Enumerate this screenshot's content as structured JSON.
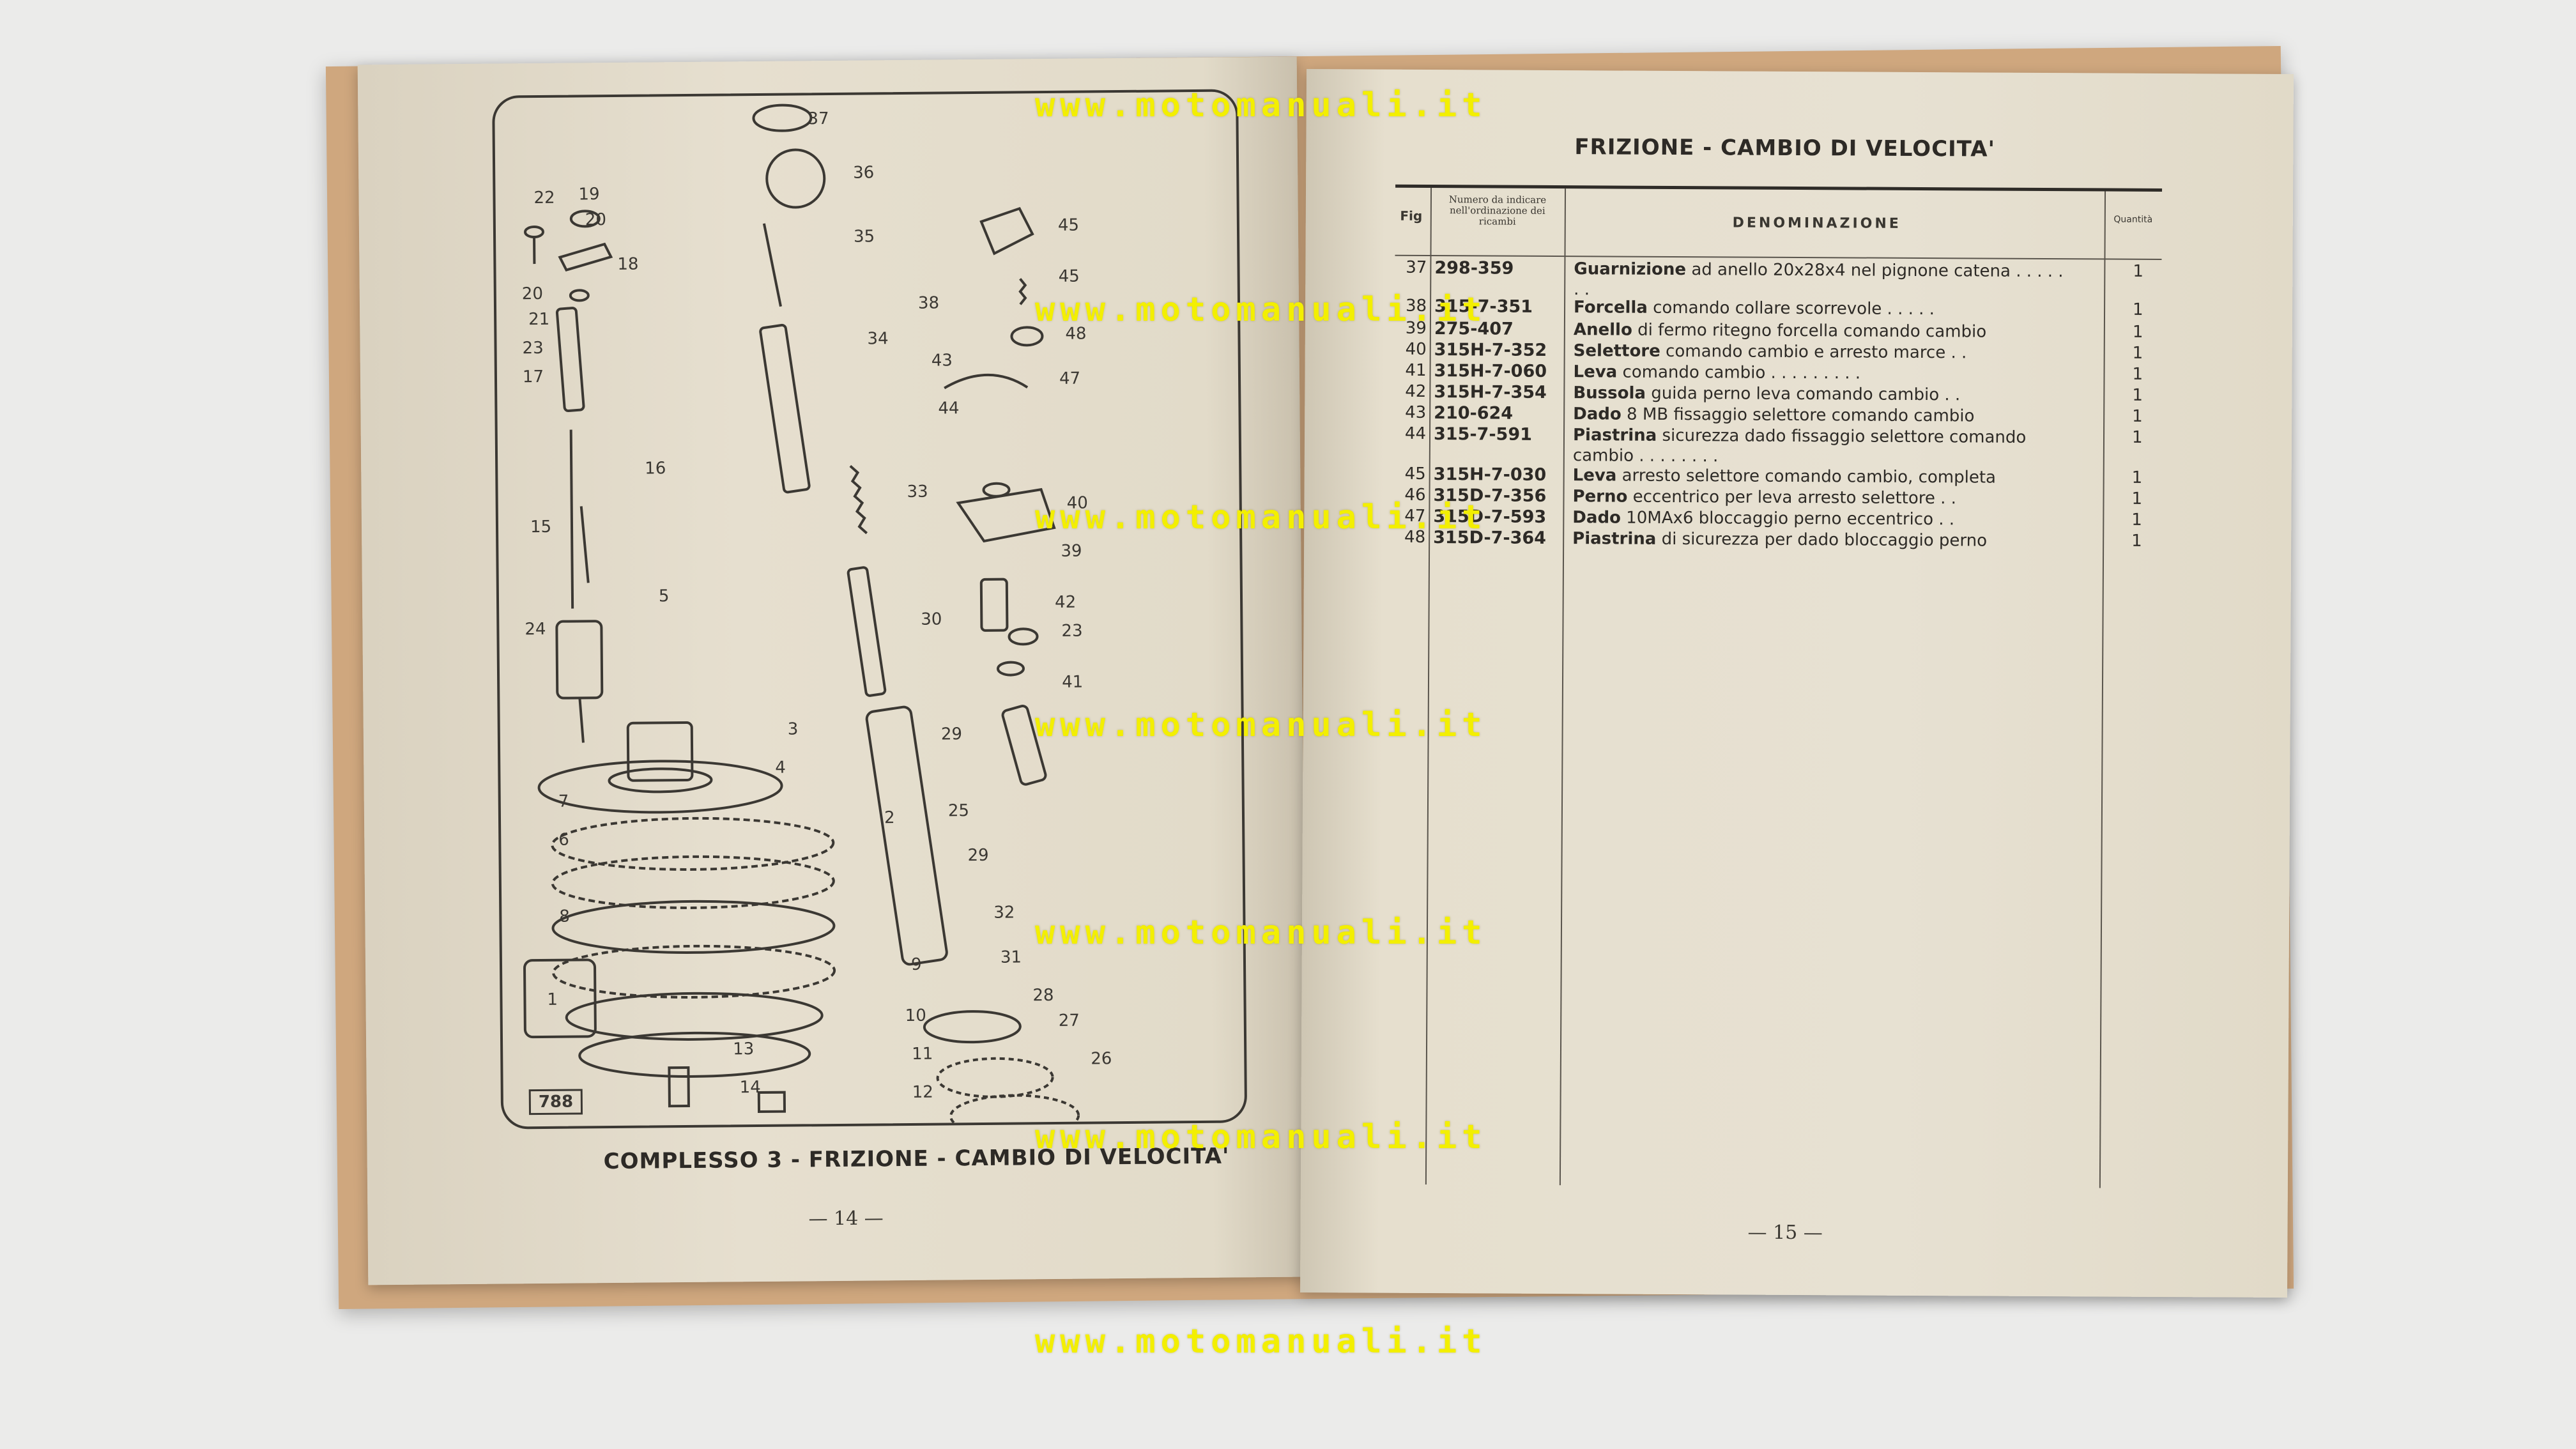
{
  "watermark": "www.motomanuali.it",
  "left_page": {
    "plate_number": "788",
    "caption": "COMPLESSO 3 - FRIZIONE - CAMBIO DI VELOCITA'",
    "page_number": "— 14 —",
    "callouts": [
      "1",
      "2",
      "3",
      "4",
      "5",
      "6",
      "7",
      "8",
      "9",
      "10",
      "11",
      "12",
      "13",
      "14",
      "15",
      "16",
      "17",
      "18",
      "19",
      "20",
      "20",
      "21",
      "22",
      "23",
      "24",
      "25",
      "26",
      "27",
      "28",
      "29",
      "29",
      "30",
      "31",
      "32",
      "33",
      "34",
      "35",
      "36",
      "37",
      "38",
      "39",
      "40",
      "41",
      "42",
      "43",
      "44",
      "45",
      "45",
      "47",
      "48",
      "23"
    ]
  },
  "right_page": {
    "title": "FRIZIONE - CAMBIO DI VELOCITA'",
    "page_number": "— 15 —",
    "headers": {
      "fig": "Fig",
      "number": "Numero da indicare nell'ordinazione dei ricambi",
      "denomination": "DENOMINAZIONE",
      "quantity": "Quantità"
    },
    "rows": [
      {
        "fig": "37",
        "num": "298-359",
        "name": "Guarnizione",
        "desc": " ad anello 20x28x4 nel pignone catena . . . . . . .",
        "qty": "1"
      },
      {
        "fig": "38",
        "num": "315-7-351",
        "name": "Forcella",
        "desc": " comando collare scorrevole . . . . .",
        "qty": "1"
      },
      {
        "fig": "39",
        "num": "275-407",
        "name": "Anello",
        "desc": " di fermo ritegno forcella comando cambio",
        "qty": "1"
      },
      {
        "fig": "40",
        "num": "315H-7-352",
        "name": "Selettore",
        "desc": " comando cambio e arresto marce . .",
        "qty": "1"
      },
      {
        "fig": "41",
        "num": "315H-7-060",
        "name": "Leva",
        "desc": " comando cambio . . . . . . . . .",
        "qty": "1"
      },
      {
        "fig": "42",
        "num": "315H-7-354",
        "name": "Bussola",
        "desc": " guida perno leva comando cambio . .",
        "qty": "1"
      },
      {
        "fig": "43",
        "num": "210-624",
        "name": "Dado",
        "desc": " 8 MB fissaggio selettore comando cambio",
        "qty": "1"
      },
      {
        "fig": "44",
        "num": "315-7-591",
        "name": "Piastrina",
        "desc": " sicurezza dado fissaggio selettore comando cambio . . . . . . . .",
        "qty": "1"
      },
      {
        "fig": "45",
        "num": "315H-7-030",
        "name": "Leva",
        "desc": " arresto selettore comando cambio, completa",
        "qty": "1"
      },
      {
        "fig": "46",
        "num": "315D-7-356",
        "name": "Perno",
        "desc": " eccentrico per leva arresto selettore . .",
        "qty": "1"
      },
      {
        "fig": "47",
        "num": "315D-7-593",
        "name": "Dado",
        "desc": " 10MAx6 bloccaggio perno eccentrico . .",
        "qty": "1"
      },
      {
        "fig": "48",
        "num": "315D-7-364",
        "name": "Piastrina",
        "desc": " di sicurezza per dado bloccaggio perno",
        "qty": "1"
      }
    ]
  }
}
